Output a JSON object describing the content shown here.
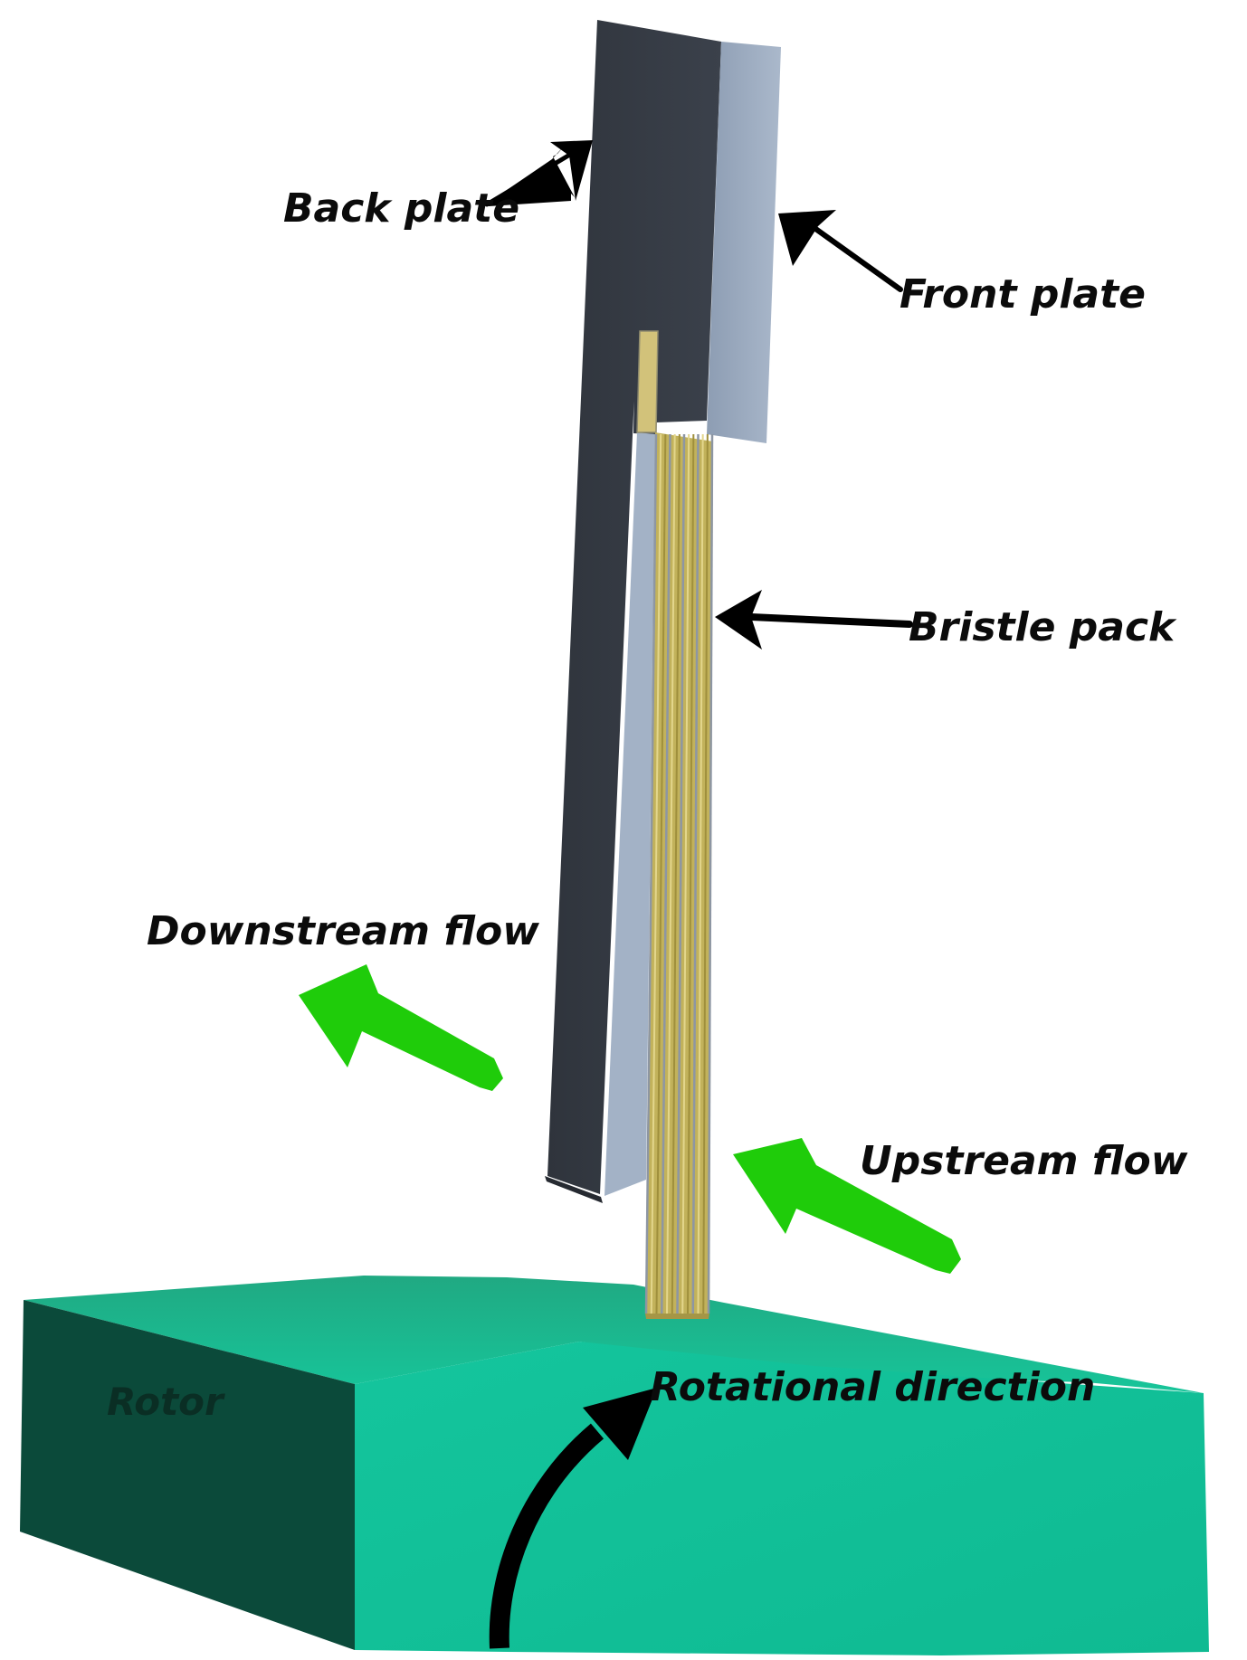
{
  "labels": {
    "back_plate": "Back plate",
    "front_plate": "Front plate",
    "bristle_pack": "Bristle pack",
    "downstream_flow": "Downstream flow",
    "upstream_flow": "Upstream flow",
    "rotor": "Rotor",
    "rotational_direction": "Rotational direction"
  },
  "colors": {
    "back_plate_face": "#363b44",
    "back_plate_edge": "#2a2e35",
    "front_plate": "#9aaac0",
    "front_plate_edge": "#7f90a6",
    "bristle_gold": "#c6b55a",
    "bristle_gray": "#8d96a3",
    "rotor_top": "#1fb98f",
    "rotor_front": "#12c09a",
    "rotor_side": "#0b4a3a",
    "flow_arrow": "#1fcc0a",
    "pointer_arrow": "#000000"
  }
}
